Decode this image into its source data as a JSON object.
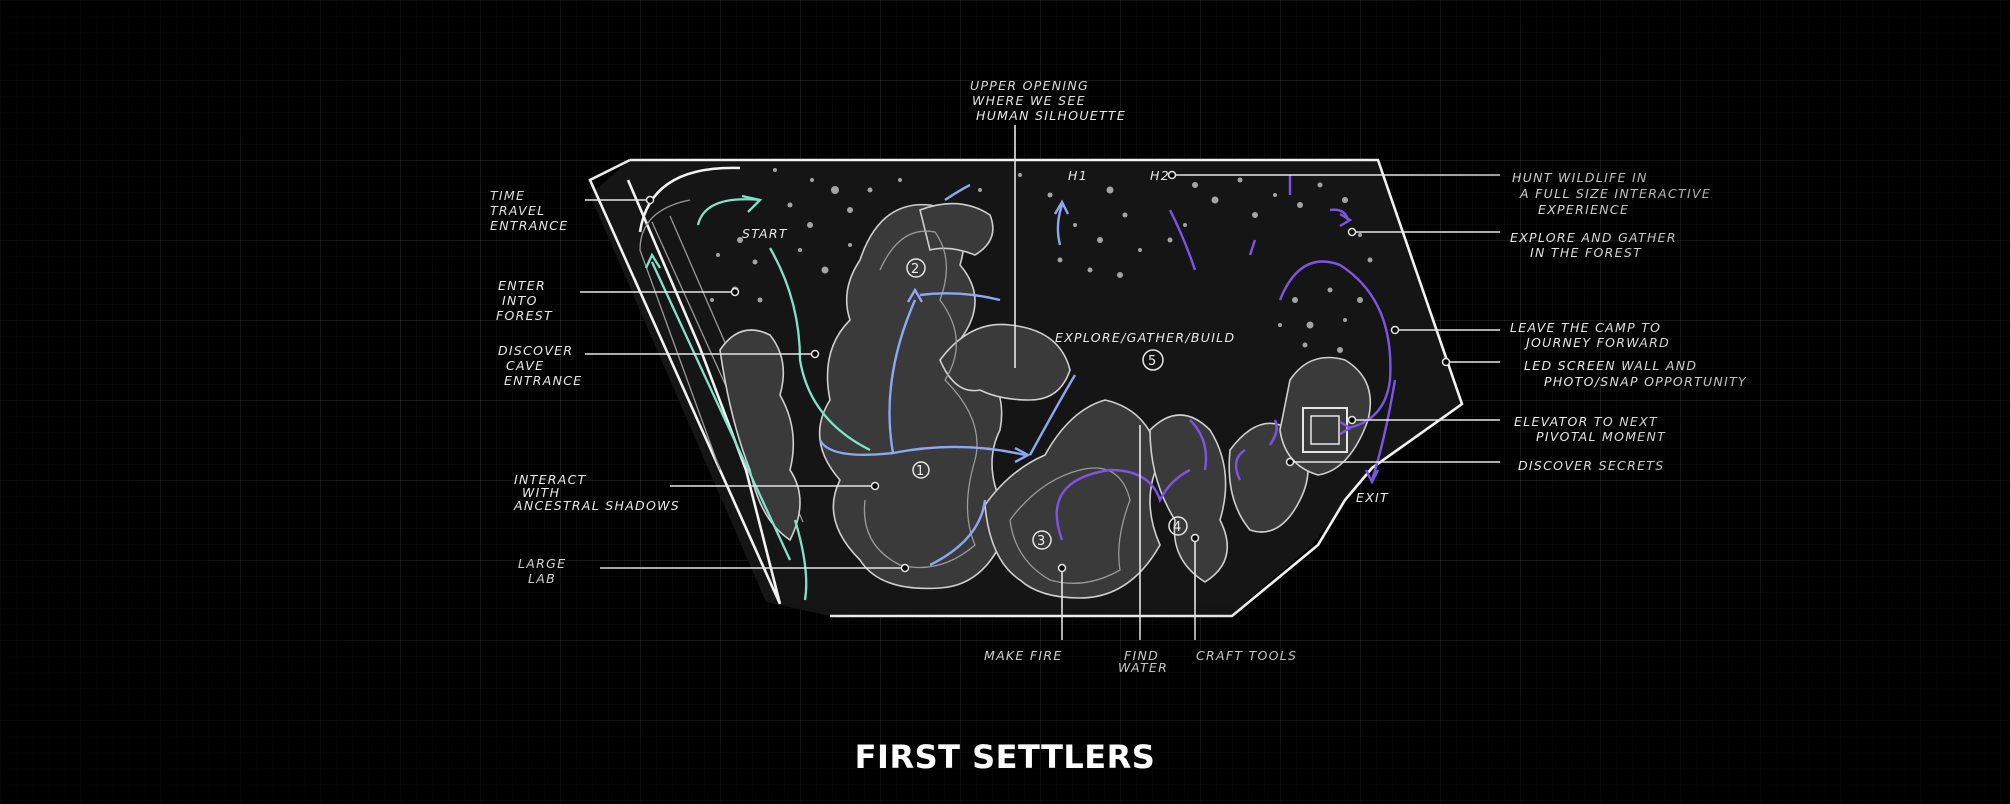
{
  "title": "FIRST SETTLERS",
  "colors": {
    "background": "#000000",
    "path_teal": "#7fe3c8",
    "path_blue": "#8ea7f5",
    "path_purple": "#7d55e6",
    "line": "#e6e6e6"
  },
  "labels_left": {
    "time_travel": [
      "TIME",
      "TRAVEL",
      "ENTRANCE"
    ],
    "enter_forest": [
      "ENTER",
      "INTO",
      "FOREST"
    ],
    "discover_cave": [
      "DISCOVER",
      "CAVE",
      "ENTRANCE"
    ],
    "interact_shadows": [
      "INTERACT",
      "WITH",
      "ANCESTRAL SHADOWS"
    ],
    "large_lab": [
      "LARGE",
      "LAB"
    ]
  },
  "labels_top": {
    "upper_opening": [
      "UPPER OPENING",
      "WHERE WE SEE",
      "HUMAN SILHOUETTE"
    ]
  },
  "labels_right": {
    "hunt_wildlife": [
      "HUNT WILDLIFE IN",
      "A FULL SIZE INTERACTIVE",
      "EXPERIENCE"
    ],
    "explore_gather": [
      "EXPLORE AND GATHER",
      "IN THE FOREST"
    ],
    "leave_camp": [
      "LEAVE THE CAMP TO",
      "JOURNEY FORWARD"
    ],
    "led_screen": [
      "LED SCREEN WALL AND",
      "PHOTO/SNAP OPPORTUNITY"
    ],
    "elevator": [
      "ELEVATOR TO NEXT",
      "PIVOTAL MOMENT"
    ],
    "discover_secrets": [
      "DISCOVER SECRETS"
    ]
  },
  "labels_bottom": {
    "make_fire": [
      "MAKE FIRE"
    ],
    "find_water": [
      "FIND",
      "WATER"
    ],
    "craft_tools": [
      "CRAFT TOOLS"
    ]
  },
  "labels_inside": {
    "start": "START",
    "explore_gather_build": "EXPLORE/GATHER/BUILD",
    "h1": "H1",
    "h2": "H2",
    "exit": "EXIT"
  },
  "stations": [
    "1",
    "2",
    "3",
    "4",
    "5"
  ]
}
